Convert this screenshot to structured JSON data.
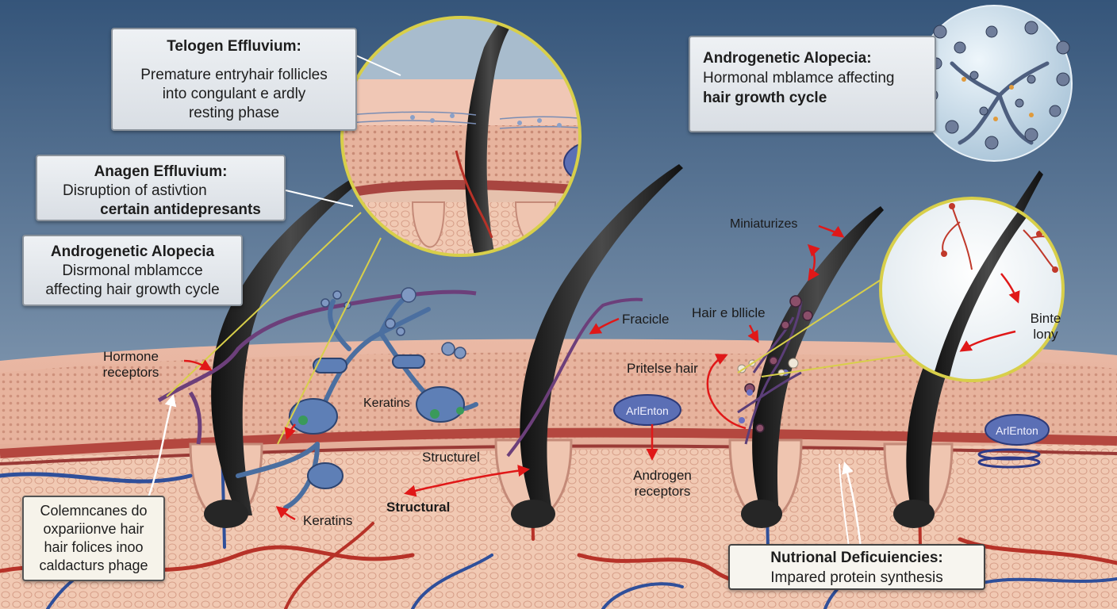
{
  "callouts": {
    "telogen": {
      "title": "Telogen Effluvium:",
      "line1": "Premature entryhair follicles",
      "line2": "into congulant  e ardly",
      "line3": "resting phase"
    },
    "anagen": {
      "title": "Anagen Effluvium:",
      "line1": "Disruption of astivtion",
      "line2": "certain antidepresants"
    },
    "andro_left": {
      "title": "Androgenetic Alopecia",
      "line1": "Disrmonal mblamcce",
      "line2": "affecting hair growth cycle"
    },
    "andro_right": {
      "title": "Androgenetic Alopecia:",
      "line1": "Hormonal mblamce affecting",
      "line2": "hair growth cycle"
    },
    "coleman": {
      "line1": "Colemncanes do",
      "line2": "oxpariionve hair",
      "line3": "hair folices inoo",
      "line4": "caldacturs phage"
    },
    "nutritional": {
      "title": "Nutrional Deficuiencies:",
      "line1": "Impared protein synthesis"
    }
  },
  "labels": {
    "hormone_1": "Hormone",
    "hormone_2": "receptors",
    "keratins_top": "Keratins",
    "keratins_bottom": "Keratins",
    "structurel": "Structurel",
    "structural": "Structural",
    "fracicle": "Fracicle",
    "pritelse": "Pritelse hair",
    "arlenton_left": "ArlEnton",
    "arlenton_right": "ArlEnton",
    "androgen_1": "Androgen",
    "androgen_2": "receptors",
    "miniaturizes": "Miniaturizes",
    "hair_bllicle": "Hair e bllicle",
    "binte_1": "Binte",
    "binte_2": "lony"
  },
  "colors": {
    "sky_top": "#3a5a7c",
    "sky_bottom": "#9eb2c6",
    "skin": "#e9b8a6",
    "dermis": "#f0cdb9",
    "hair": "#262626",
    "artery": "#c0392b",
    "vein": "#2e4f9a",
    "arrow": "#e01818",
    "callout_border": "#d8cf4a"
  }
}
